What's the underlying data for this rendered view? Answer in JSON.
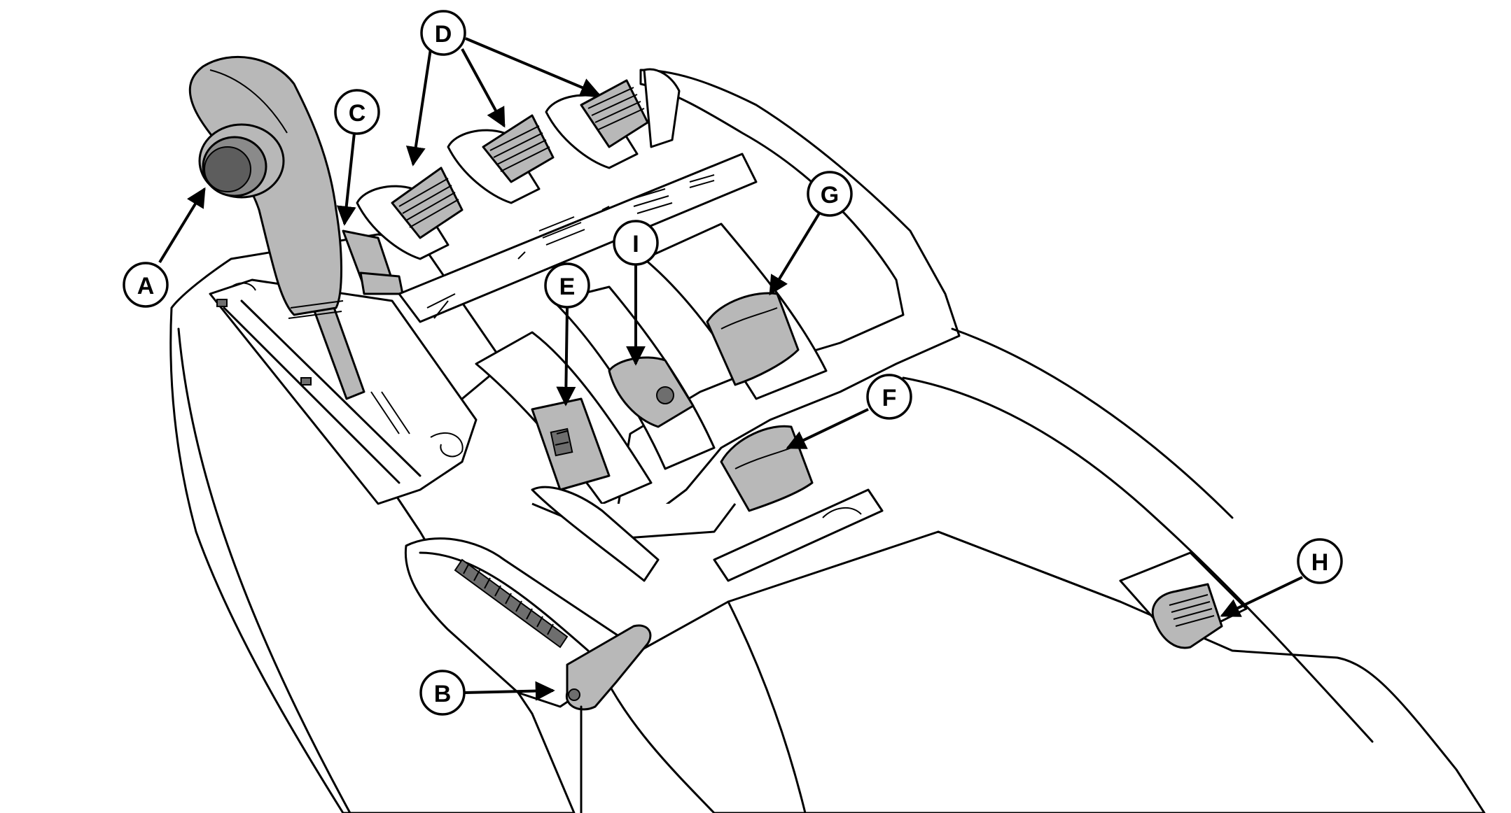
{
  "callouts": {
    "A": "A",
    "B": "B",
    "C": "C",
    "D": "D",
    "E": "E",
    "F": "F",
    "G": "G",
    "H": "H",
    "I": "I"
  },
  "colors": {
    "line": "#000000",
    "part_fill": "#b8b8b8",
    "background": "#ffffff"
  }
}
